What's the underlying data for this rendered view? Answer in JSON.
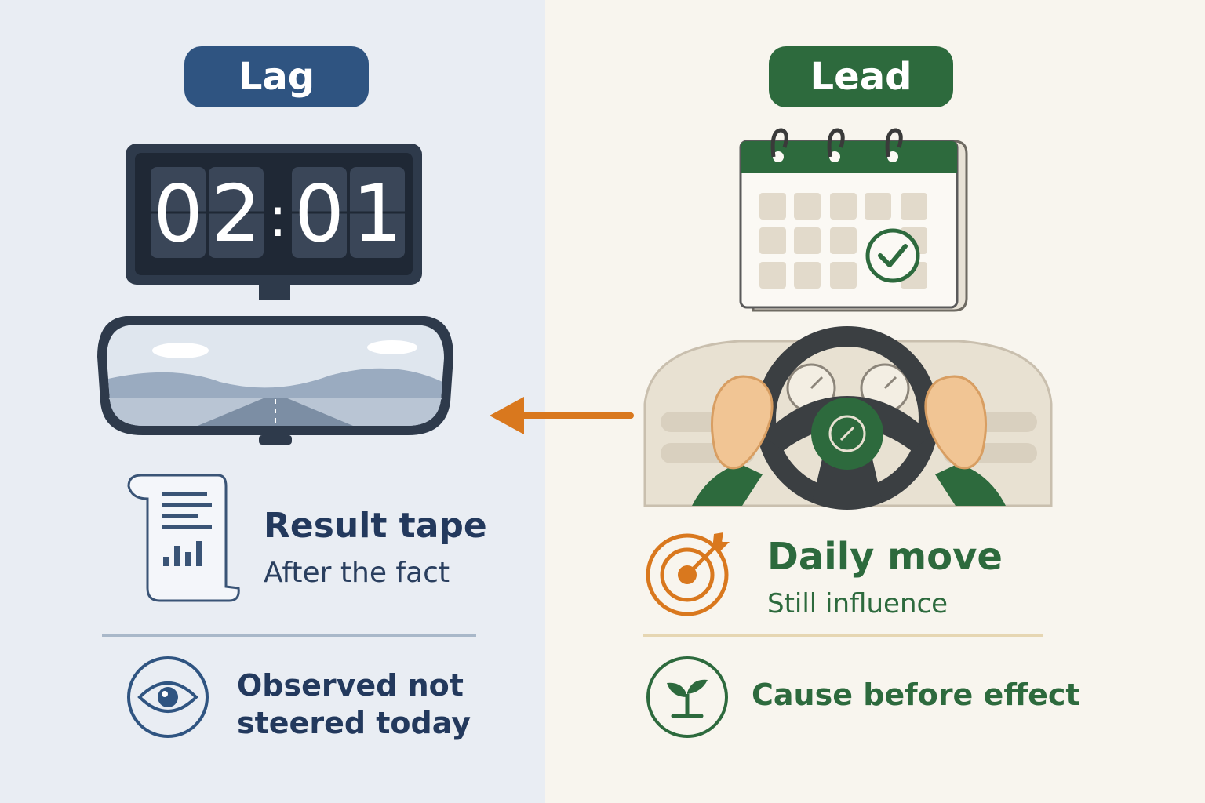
{
  "lag": {
    "label": "Lag",
    "clock": {
      "d1": "0",
      "d2": "2",
      "sep": ":",
      "d3": "0",
      "d4": "1"
    },
    "result_title": "Result tape",
    "result_sub": "After the fact",
    "observed_line1": "Observed not",
    "observed_line2": "steered today"
  },
  "lead": {
    "label": "Lead",
    "daily_title": "Daily move",
    "daily_sub": "Still influence",
    "cause_text": "Cause before effect"
  },
  "colors": {
    "lag_blue": "#2f5481",
    "lead_green": "#2d6a3d",
    "arrow_orange": "#d9781e",
    "left_bg": "#e9edf3",
    "right_bg": "#f8f5ee"
  },
  "icons": [
    "flip-clock-icon",
    "rearview-mirror-icon",
    "receipt-tape-icon",
    "eye-icon",
    "calendar-check-icon",
    "steering-wheel-icon",
    "target-arrow-icon",
    "sprout-icon",
    "left-arrow-icon"
  ]
}
